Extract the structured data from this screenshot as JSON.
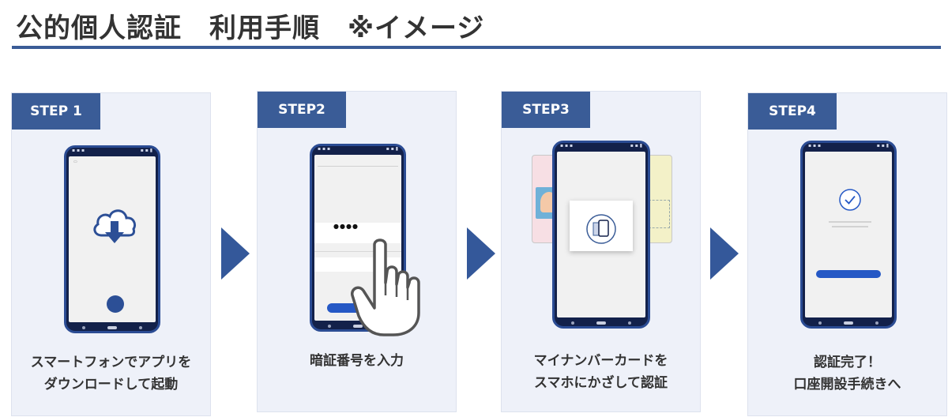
{
  "header": {
    "title": "公的個人認証　利用手順　※イメージ"
  },
  "colors": {
    "accent": "#3a5c97",
    "arrow": "#34589a",
    "panel_bg": "#eef1f9",
    "button_blue": "#2558c5"
  },
  "steps": [
    {
      "badge": "STEP 1",
      "caption_line1": "スマートフォンでアプリを",
      "caption_line2": "ダウンロードして起動",
      "icon": "cloud-download-icon"
    },
    {
      "badge": "STEP2",
      "caption_line1": "暗証番号を入力",
      "caption_line2": "",
      "icon": "pointing-hand-icon"
    },
    {
      "badge": "STEP3",
      "caption_line1": "マイナンバーカードを",
      "caption_line2": "スマホにかざして認証",
      "icon": "card-reader-icon"
    },
    {
      "badge": "STEP4",
      "caption_line1": "認証完了！",
      "caption_line2": "口座開設手続きへ",
      "icon": "checkmark-circle-icon"
    }
  ],
  "phone": {
    "pin_mask": "●●●●"
  }
}
